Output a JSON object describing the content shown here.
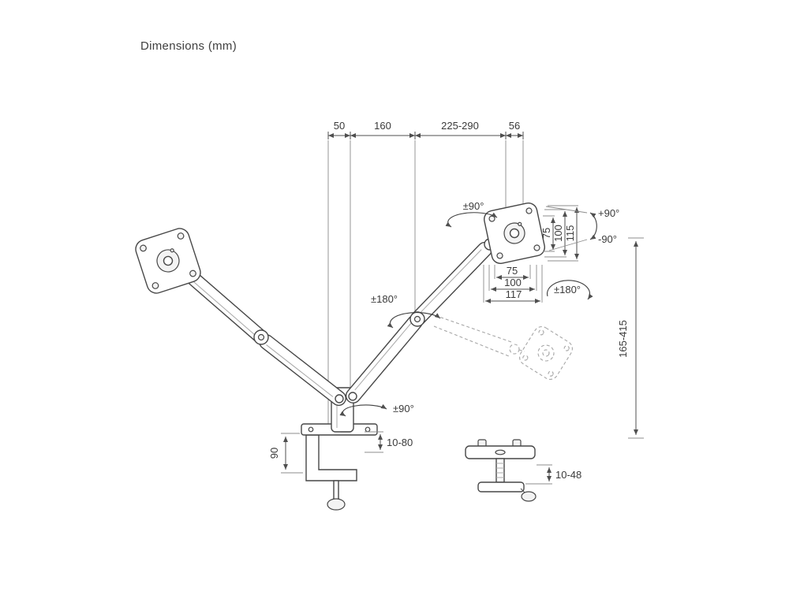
{
  "title": "Dimensions (mm)",
  "top_dims": {
    "d1": "50",
    "d2": "160",
    "d3": "225-290",
    "d4": "56"
  },
  "vesa": {
    "vertical": {
      "v1": "75",
      "v2": "100",
      "v3": "115"
    },
    "horizontal": {
      "h1": "75",
      "h2": "100",
      "h3": "117"
    }
  },
  "height_range": "165-415",
  "clamp": {
    "height": "90",
    "desk_thickness": "10-80"
  },
  "grommet": {
    "thickness": "10-48"
  },
  "rotations": {
    "top_swivel": "±90°",
    "elbow_swivel": "±180°",
    "base_swivel": "±90°",
    "vesa_rotation": "±180°",
    "tilt_up": "+90°",
    "tilt_down": "-90°"
  },
  "colors": {
    "line": "#474747",
    "text": "#3a3a3a",
    "ghost": "#a6a6a6"
  }
}
